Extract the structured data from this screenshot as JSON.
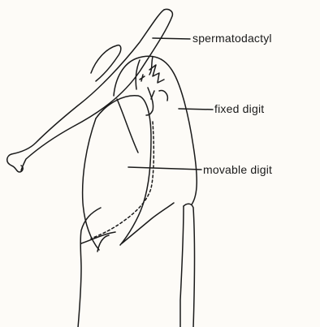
{
  "labels": {
    "spermatodactyl": "spermatodactyl",
    "fixed_digit": "fixed digit",
    "movable_digit": "movable digit"
  }
}
